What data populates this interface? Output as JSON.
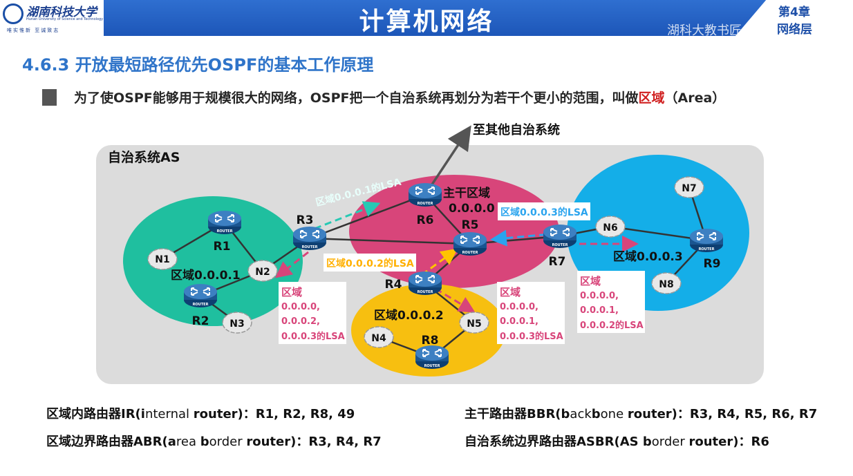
{
  "header": {
    "logo_cn": "湖南科技大学",
    "logo_en": "Hunan University of Science and Technology",
    "logo_motto": "唯实惟新 至诚致志",
    "title": "计算机网络",
    "chapter_num": "第4章",
    "chapter_name": "网络层",
    "watermark": "湖科大教书匠 bilibili"
  },
  "section_title": "4.6.3 开放最短路径优先OSPF的基本工作原理",
  "bullet": {
    "text_before": "为了使OSPF能够用于规模很大的网络，OSPF把一个自治系统再划分为若干个更小的范围，叫做",
    "highlight": "区域",
    "text_after": "（Area）"
  },
  "diagram": {
    "as_label": "自治系统AS",
    "to_other_as": "至其他自治系统",
    "router_caption": "ROUTER",
    "backbone_label_1": "主干区域",
    "backbone_label_2": "0.0.0.0",
    "area1_label": "区域0.0.0.1",
    "area2_label": "区域0.0.0.2",
    "area3_label": "区域0.0.0.3",
    "routers": {
      "r1": "R1",
      "r2": "R2",
      "r3": "R3",
      "r4": "R4",
      "r5": "R5",
      "r6": "R6",
      "r7": "R7",
      "r8": "R8",
      "r9": "R9"
    },
    "networks": {
      "n1": "N1",
      "n2": "N2",
      "n3": "N3",
      "n4": "N4",
      "n5": "N5",
      "n6": "N6",
      "n7": "N7",
      "n8": "N8"
    },
    "lsa_area1": "区域0.0.0.1的LSA",
    "lsa_area2": "区域0.0.0.2的LSA",
    "lsa_area3": "区域0.0.0.3的LSA",
    "box_left": [
      "区域",
      "0.0.0.0,",
      "0.0.0.2,",
      "0.0.0.3的LSA"
    ],
    "box_mid": [
      "区域",
      "0.0.0.0,",
      "0.0.0.1,",
      "0.0.0.3的LSA"
    ],
    "box_right": [
      "区域",
      "0.0.0.0,",
      "0.0.0.1,",
      "0.0.0.2的LSA"
    ],
    "colors": {
      "as_bg": "#dcdcdc",
      "area1": "#1fbf9f",
      "backbone": "#d8457a",
      "area2": "#f7bf10",
      "area3": "#14aee8",
      "arrow_green": "#27c9b4",
      "arrow_blue": "#2aa4ee",
      "arrow_yellow": "#ffc400",
      "arrow_pink": "#d8457a"
    }
  },
  "captions": {
    "ir_prefix": "区域内路由器IR(",
    "ir_mid1": "nternal ",
    "ir_mid2": "outer)：R1, R2, R8, 49",
    "bbr_prefix": "主干路由器BBR(",
    "bbr_mid1": "ack",
    "bbr_mid2": "one ",
    "bbr_mid3": "outer)：R3, R4, R5, R6, R7",
    "abr_prefix": "区域边界路由器ABR(",
    "abr_mid1": "rea ",
    "abr_mid2": "order ",
    "abr_mid3": "outer)：R3, R4, R7",
    "asbr_prefix": "自治系统边界路由器ASBR(AS ",
    "asbr_mid1": "order ",
    "asbr_mid2": "outer)：R6",
    "bold_i": "i",
    "bold_r": "r",
    "bold_b": "b",
    "bold_a": "a"
  }
}
